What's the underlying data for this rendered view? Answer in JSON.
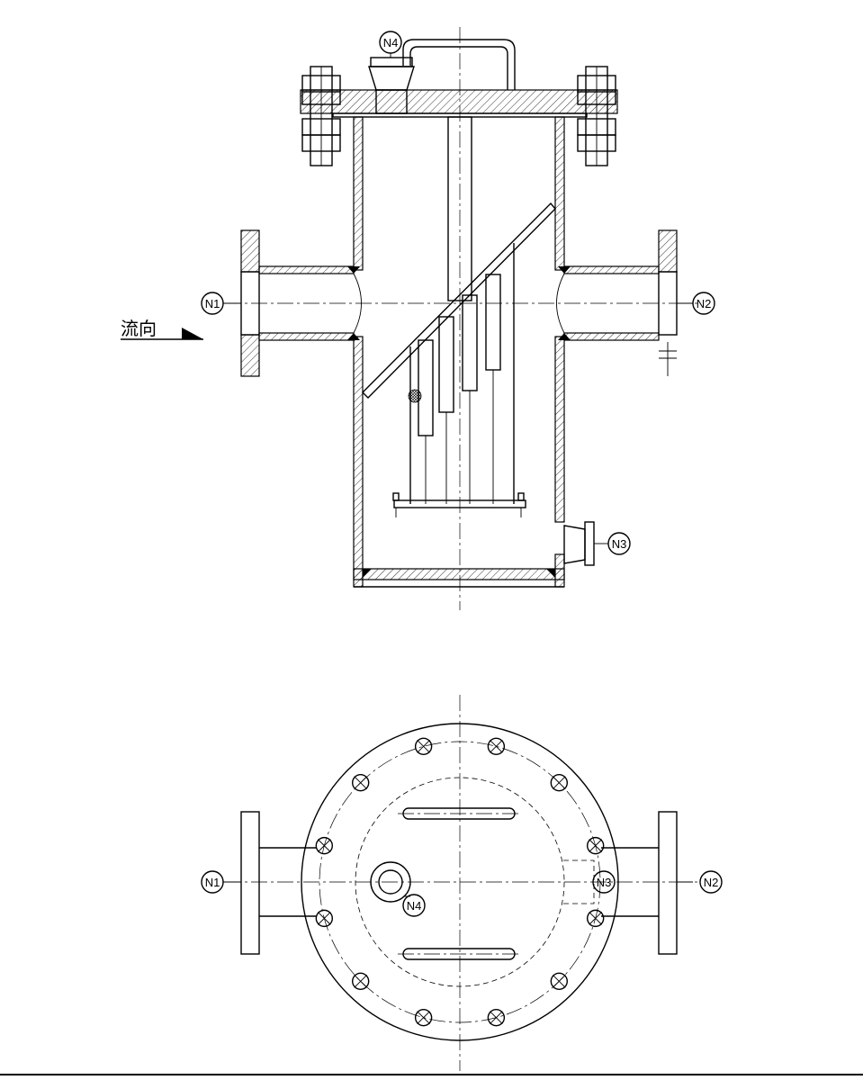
{
  "nozzles": {
    "inlet": "N1",
    "outlet": "N2",
    "drain": "N3",
    "vent": "N4"
  },
  "flow_direction_label": "流向"
}
